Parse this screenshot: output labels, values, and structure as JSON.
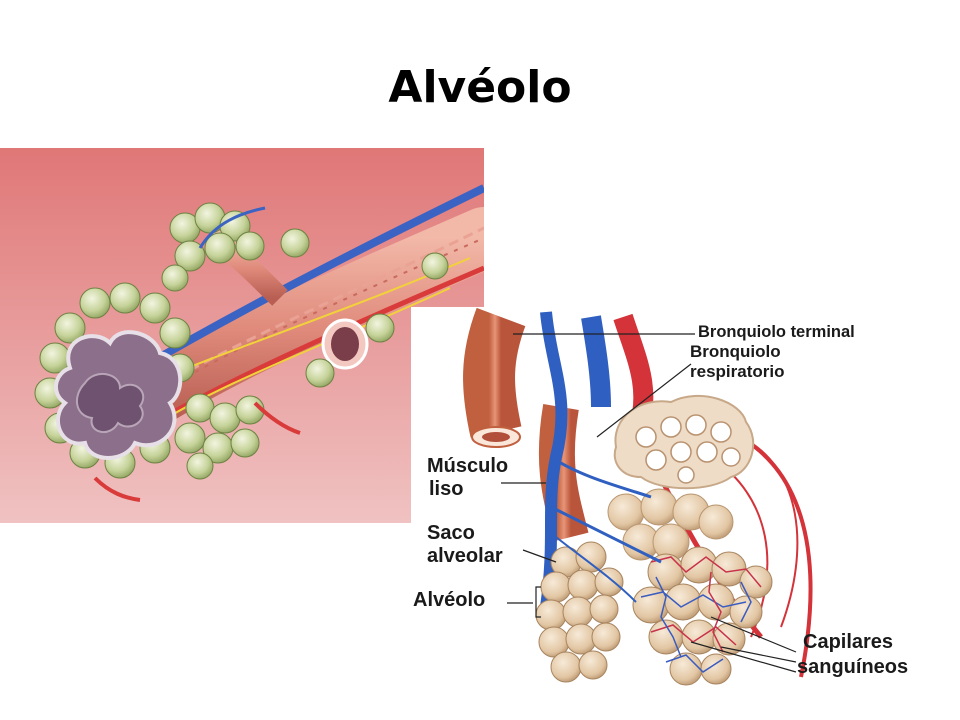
{
  "title": "Alvéolo",
  "labels": {
    "terminal_bronchiole": "Bronquiolo terminal",
    "respiratory_bronchiole_1": "Bronquiolo",
    "respiratory_bronchiole_2": "respiratorio",
    "smooth_muscle_1": "Músculo",
    "smooth_muscle_2": "liso",
    "alveolar_sac_1": "Saco",
    "alveolar_sac_2": "alveolar",
    "alveolus": "Alvéolo",
    "capillaries_1": "Capilares",
    "capillaries_2": "sanguíneos"
  },
  "colors": {
    "background_left": "#e48585",
    "vein_blue": "#2f5fc0",
    "artery_red": "#d4333a",
    "alveolus_green": "#cfd9a8",
    "alveolus_tan": "#e8d2b6"
  }
}
